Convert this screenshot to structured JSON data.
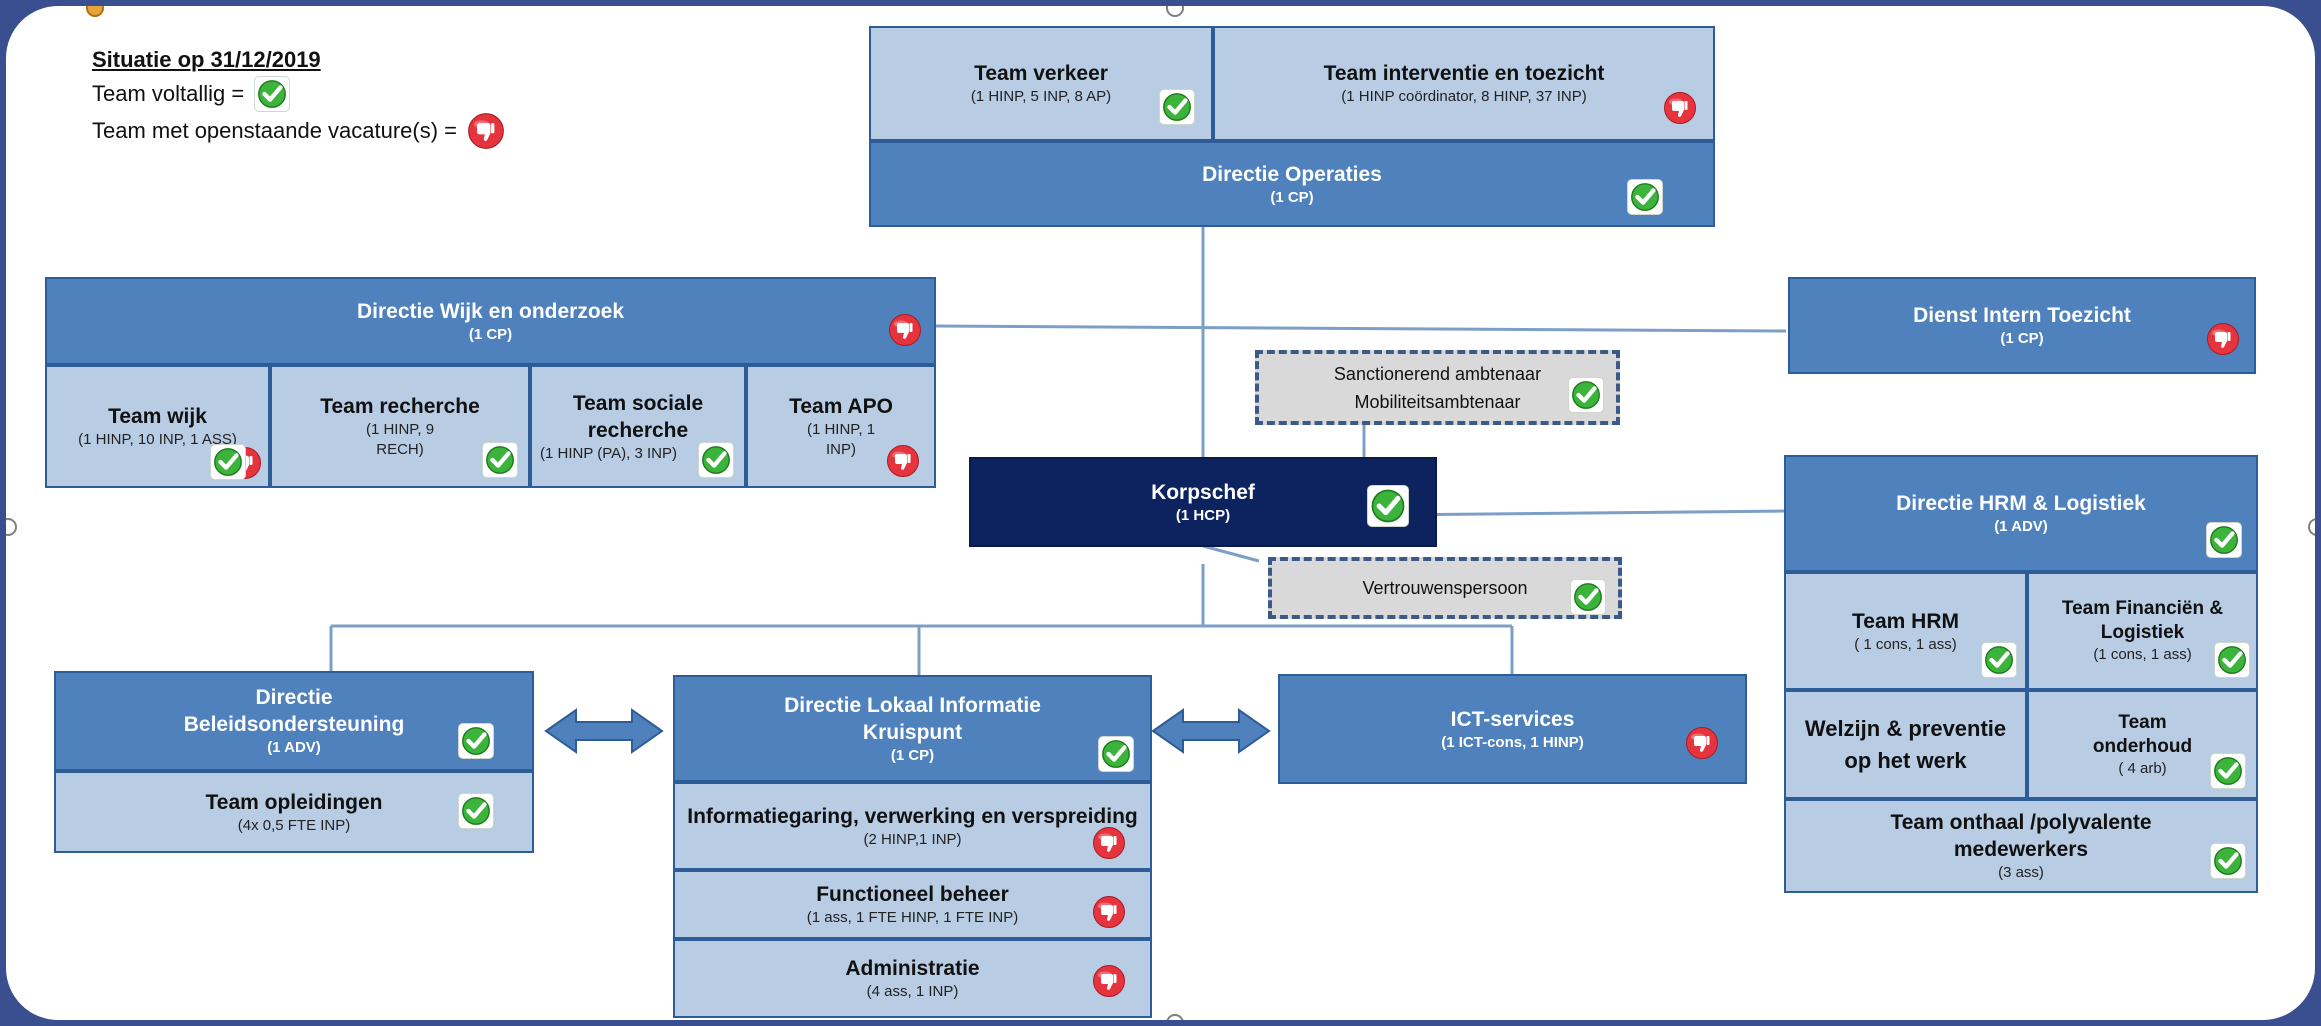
{
  "legend": {
    "title": "Situatie op 31/12/2019",
    "complete_label": "Team voltallig =",
    "vacancy_label": "Team met openstaande vacature(s) ="
  },
  "status_icons": {
    "complete": "check-icon",
    "vacancy": "thumbs-down-icon"
  },
  "colors": {
    "header_blue": "#4f81bd",
    "light_blue": "#b8cce4",
    "navy": "#0c2360",
    "border": "#2e5c96",
    "check_green": "#3cb43c",
    "vacancy_red": "#e5343d"
  },
  "operaties": {
    "verkeer": {
      "title": "Team verkeer",
      "detail": "(1 HINP, 5 INP, 8 AP)"
    },
    "interventie": {
      "title": "Team interventie en toezicht",
      "detail": "(1 HINP coördinator, 8 HINP, 37 INP)"
    },
    "directie": {
      "title": "Directie Operaties",
      "detail": "(1 CP)"
    }
  },
  "wijk": {
    "directie": {
      "title": "Directie Wijk en onderzoek",
      "detail": "(1 CP)"
    },
    "team_wijk": {
      "title": "Team wijk",
      "detail": "(1 HINP, 10 INP, 1 ASS)"
    },
    "recherche": {
      "title": "Team recherche",
      "detail": "(1 HINP, 9 RECH)"
    },
    "sociale": {
      "title": "Team sociale recherche",
      "detail": "(1 HINP (PA), 3 INP)"
    },
    "apo": {
      "title": "Team APO",
      "detail": "(1 HINP, 1 INP)"
    }
  },
  "intern_toezicht": {
    "title": "Dienst Intern Toezicht",
    "detail": "(1 CP)"
  },
  "sanction": {
    "line1": "Sanctionerend ambtenaar",
    "line2": "Mobiliteitsambtenaar"
  },
  "korpschef": {
    "title": "Korpschef",
    "detail": "(1 HCP)"
  },
  "vertrouwen": {
    "label": "Vertrouwenspersoon"
  },
  "hrm": {
    "directie": {
      "title": "Directie HRM & Logistiek",
      "detail": "(1 ADV)"
    },
    "team_hrm": {
      "title": "Team HRM",
      "detail": "( 1 cons, 1 ass)"
    },
    "financien": {
      "title": "Team Financiën & Logistiek",
      "detail": "(1 cons, 1 ass)"
    },
    "welzijn": {
      "title": "Welzijn & preventie op het werk"
    },
    "onderhoud": {
      "title": "Team onderhoud",
      "detail": "( 4 arb)"
    },
    "onthaal": {
      "title": "Team onthaal /polyvalente medewerkers",
      "detail": "(3 ass)"
    }
  },
  "beleid": {
    "directie": {
      "title": "Directie Beleidsondersteuning",
      "detail": "(1 ADV)"
    },
    "opleidingen": {
      "title": "Team opleidingen",
      "detail": "(4x 0,5 FTE INP)"
    }
  },
  "lik": {
    "directie": {
      "title": "Directie Lokaal Informatie Kruispunt",
      "detail": "(1 CP)"
    },
    "info": {
      "title": "Informatiegaring, verwerking en verspreiding",
      "detail": "(2 HINP,1 INP)"
    },
    "functioneel": {
      "title": "Functioneel beheer",
      "detail": "(1 ass, 1 FTE HINP, 1 FTE INP)"
    },
    "administratie": {
      "title": "Administratie",
      "detail": "(4 ass, 1 INP)"
    }
  },
  "ict": {
    "title": "ICT-services",
    "detail": "(1 ICT-cons, 1 HINP)"
  }
}
